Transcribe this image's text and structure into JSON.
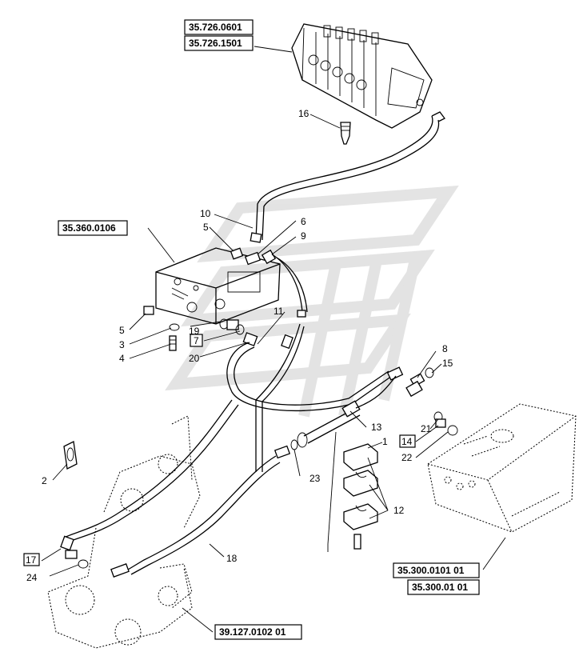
{
  "refs": {
    "control_valve_a": "35.726.0601",
    "control_valve_b": "35.726.1501",
    "valve_block": "35.360.0106",
    "tank_a": "35.300.0101 01",
    "tank_b": "35.300.01 01",
    "swing_unit": "39.127.0102 01"
  },
  "boxed_items": {
    "b7": "7",
    "b14": "14",
    "b17": "17"
  },
  "labels": {
    "l1": "1",
    "l2": "2",
    "l3": "3",
    "l4": "4",
    "l5a": "5",
    "l5b": "5",
    "l6": "6",
    "l8": "8",
    "l9": "9",
    "l10": "10",
    "l11": "11",
    "l12": "12",
    "l13": "13",
    "l15": "15",
    "l16": "16",
    "l18": "18",
    "l19": "19",
    "l20": "20",
    "l21": "21",
    "l22": "22",
    "l23": "23",
    "l24": "24"
  }
}
